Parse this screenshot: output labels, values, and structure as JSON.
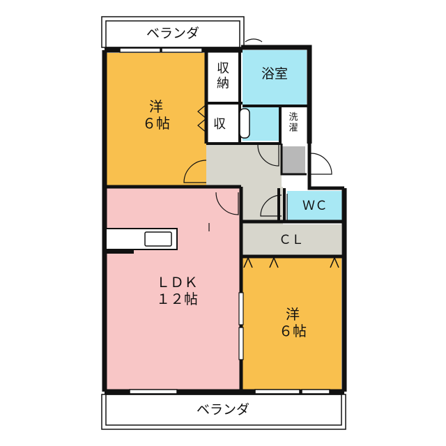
{
  "labels": {
    "veranda_top": "ベランダ",
    "veranda_bottom": "ベランダ",
    "western_room_1": "洋\n６帖",
    "storage_1": "収\n納",
    "storage_2": "収",
    "bathroom": "浴室",
    "laundry": "洗\n濯",
    "wc": "ＷＣ",
    "closet": "ＣＬ",
    "ldk": "ＬＤＫ\n１２帖",
    "western_room_2": "洋\n６帖"
  },
  "colors": {
    "western_room": "#f9c04e",
    "ldk": "#f8c6c6",
    "bathroom": "#a8e8f4",
    "hallway": "#d7d6cc",
    "closet": "#d7d6cc",
    "wall": "#111111",
    "storage": "#ffffff",
    "shower_gray": "#b8b8b8"
  }
}
